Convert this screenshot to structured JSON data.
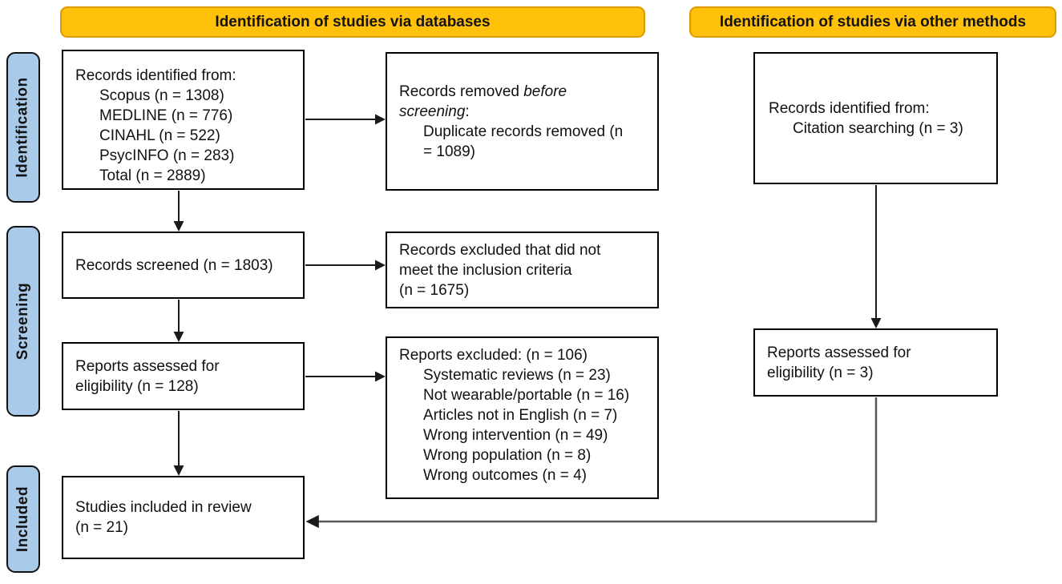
{
  "banners": {
    "databases": "Identification of studies via databases",
    "other_methods": "Identification of studies via other methods"
  },
  "stages": {
    "identification": "Identification",
    "screening": "Screening",
    "included": "Included"
  },
  "boxes": {
    "db_identified": {
      "lines": [
        "Records identified from:",
        "Scopus (n = 1308)",
        "MEDLINE (n = 776)",
        "CINAHL (n = 522)",
        "PsycINFO (n = 283)",
        "Total (n = 2889)"
      ]
    },
    "records_removed": {
      "line1_regular": "Records removed ",
      "line1_italic": "before",
      "line2_italic": "screening",
      "line2_regular": ":",
      "lines": [
        "Duplicate records removed (n",
        "= 1089)"
      ]
    },
    "records_screened": {
      "lines": [
        "Records screened (n = 1803)"
      ]
    },
    "records_excluded": {
      "lines": [
        "Records excluded that did not",
        "meet the inclusion criteria",
        "(n = 1675)"
      ]
    },
    "reports_assessed_db": {
      "lines": [
        "Reports assessed for",
        "eligibility (n = 128)"
      ]
    },
    "reports_excluded": {
      "lines": [
        "Reports excluded: (n = 106)",
        "Systematic reviews (n = 23)",
        "Not wearable/portable (n = 16)",
        "Articles not in English (n = 7)",
        "Wrong intervention (n = 49)",
        "Wrong population (n = 8)",
        "Wrong outcomes (n = 4)"
      ]
    },
    "studies_included": {
      "lines": [
        "Studies included in review",
        "(n = 21)"
      ]
    },
    "other_identified": {
      "lines": [
        "Records identified from:",
        "Citation searching (n = 3)"
      ]
    },
    "reports_assessed_other": {
      "lines": [
        "Reports assessed for",
        "eligibility (n = 3)"
      ]
    }
  },
  "colors": {
    "banner_fill": "#FFC10A",
    "banner_border": "#DD9A00",
    "stage_fill": "#A9CBE9",
    "stage_border": "#111111",
    "box_border": "#000000",
    "arrow": "#1A1A1A",
    "return_arrow": "#58595B"
  }
}
